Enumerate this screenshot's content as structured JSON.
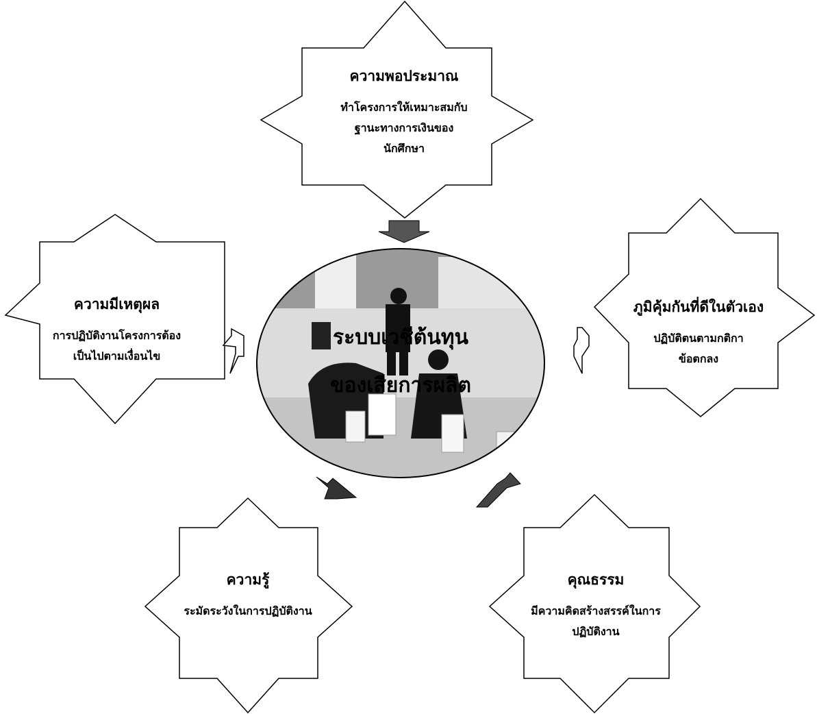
{
  "center": {
    "line1": "ระบบเวชีต้นทุน",
    "line2": "ของเสียการผลิต"
  },
  "stars": {
    "top": {
      "title": "ความพอประมาณ",
      "lines": [
        "ทำโครงการให้เหมาะสมกับ",
        "ฐานะทางการเงินของ",
        "นักศึกษา"
      ]
    },
    "left": {
      "title": "ความมีเหตุผล",
      "lines": [
        "การปฏิบัติงานโครงการต้อง",
        "เป็นไปตามเงื่อนไข"
      ]
    },
    "right": {
      "title": "ภูมิคุ้มกันที่ดีในตัวเอง",
      "lines": [
        "ปฏิบัติตนตามกติกา",
        "ข้อตกลง"
      ]
    },
    "bottom_left": {
      "title": "ความรู้",
      "lines": [
        "ระมัดระวังในการปฏิบัติงาน"
      ]
    },
    "bottom_right": {
      "title": "คุณธรรม",
      "lines": [
        "มีความคิดสร้างสรรค์ในการ",
        "ปฏิบัติงาน"
      ]
    }
  },
  "colors": {
    "stroke": "#000000",
    "arrow_fill": "#444444",
    "photo_wall": "#d8d8d8",
    "photo_dark": "#1a1a1a"
  }
}
